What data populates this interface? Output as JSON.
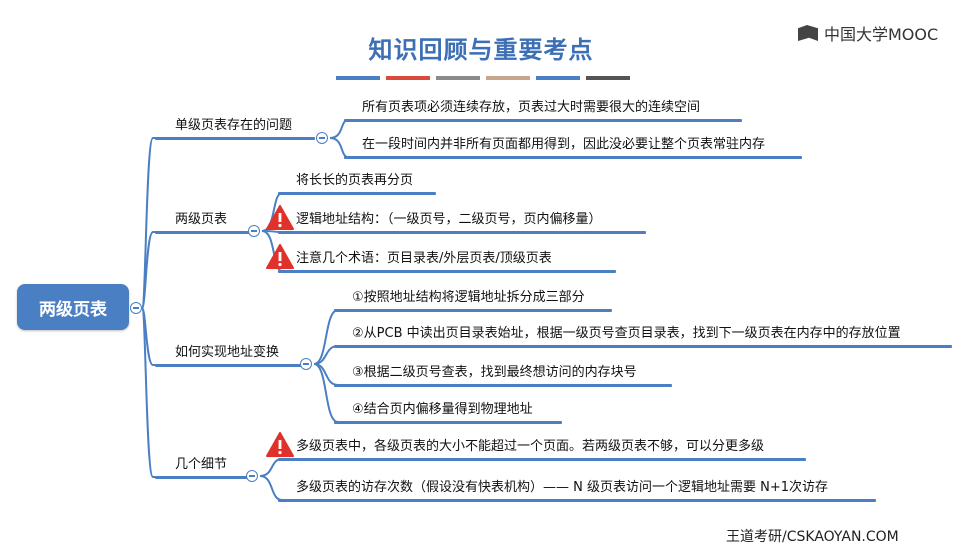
{
  "header": {
    "title": "知识回顾与重要考点",
    "logo_text": "中国大学MOOC",
    "color_bar": [
      "#4a7fc4",
      "#d94a3a",
      "#8a8a8a",
      "#c7a58f",
      "#4a7fc4",
      "#555555"
    ]
  },
  "footer": {
    "watermark": "王道考研/CSKAOYAN.COM"
  },
  "mindmap": {
    "root": "两级页表",
    "branches": [
      {
        "label": "单级页表存在的问题",
        "children": [
          {
            "text": "所有页表项必须连续存放，页表过大时需要很大的连续空间",
            "warn": false
          },
          {
            "text": "在一段时间内并非所有页面都用得到，因此没必要让整个页表常驻内存",
            "warn": false
          }
        ]
      },
      {
        "label": "两级页表",
        "children": [
          {
            "text": "将长长的页表再分页",
            "warn": false
          },
          {
            "text": "逻辑地址结构：（一级页号，二级页号，页内偏移量）",
            "warn": true
          },
          {
            "text": "注意几个术语：页目录表/外层页表/顶级页表",
            "warn": true
          }
        ]
      },
      {
        "label": "如何实现地址变换",
        "children": [
          {
            "text": "①按照地址结构将逻辑地址拆分成三部分",
            "warn": false
          },
          {
            "text": "②从PCB 中读出页目录表始址，根据一级页号查页目录表，找到下一级页表在内存中的存放位置",
            "warn": false
          },
          {
            "text": "③根据二级页号查表，找到最终想访问的内存块号",
            "warn": false
          },
          {
            "text": "④结合页内偏移量得到物理地址",
            "warn": false
          }
        ]
      },
      {
        "label": "几个细节",
        "children": [
          {
            "text": "多级页表中，各级页表的大小不能超过一个页面。若两级页表不够，可以分更多级",
            "warn": true
          },
          {
            "text": "多级页表的访存次数（假设没有快表机构）—— N 级页表访问一个逻辑地址需要 N+1次访存",
            "warn": false
          }
        ]
      }
    ]
  }
}
